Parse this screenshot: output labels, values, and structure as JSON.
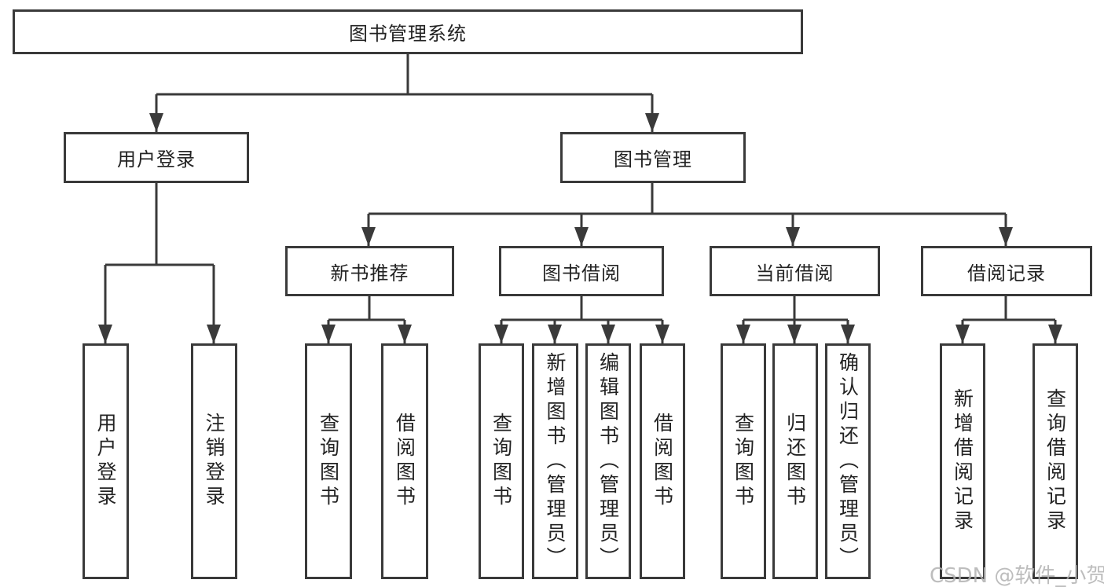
{
  "diagram": {
    "type": "hierarchy-tree",
    "root": {
      "label": "图书管理系统",
      "children": [
        {
          "label": "用户登录",
          "children": [
            {
              "label": "用户登录"
            },
            {
              "label": "注销登录"
            }
          ]
        },
        {
          "label": "图书管理",
          "children": [
            {
              "label": "新书推荐",
              "children": [
                {
                  "label": "查询图书"
                },
                {
                  "label": "借阅图书"
                }
              ]
            },
            {
              "label": "图书借阅",
              "children": [
                {
                  "label": "查询图书"
                },
                {
                  "label": "新增图书（管理员）"
                },
                {
                  "label": "编辑图书（管理员）"
                },
                {
                  "label": "借阅图书"
                }
              ]
            },
            {
              "label": "当前借阅",
              "children": [
                {
                  "label": "查询图书"
                },
                {
                  "label": "归还图书"
                },
                {
                  "label": "确认归还（管理员）"
                }
              ]
            },
            {
              "label": "借阅记录",
              "children": [
                {
                  "label": "新增借阅记录"
                },
                {
                  "label": "查询借阅记录"
                }
              ]
            }
          ]
        }
      ]
    },
    "watermark": "CSDN @软件_小贺同学",
    "colors": {
      "line": "#3a3a3a",
      "box_border": "#3a3a3a",
      "box_fill": "#ffffff",
      "text": "#232323",
      "watermark": "#b2b2b2",
      "background": "#ffffff"
    }
  }
}
